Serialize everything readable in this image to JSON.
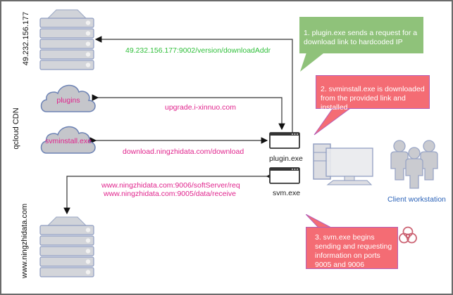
{
  "groups": {
    "top_server_label": "49.232.156.177",
    "cdn_label": "qcloud CDN",
    "bottom_server_label": "www.ningzhidata.com"
  },
  "clouds": {
    "plugins": "plugins",
    "svminstall": "svminstall.exe"
  },
  "edges": {
    "version_download": "49.232.156.177:9002/version/downloadAddr",
    "upgrade": "upgrade.i-xinnuo.com",
    "download": "download.ningzhidata.com/download",
    "soft_server": "www.ningzhidata.com:9006/softServer/req",
    "data_receive": "www.ningzhidata.com:9005/data/receive"
  },
  "processes": {
    "plugin": "plugin.exe",
    "svm": "svm.exe"
  },
  "client": {
    "label": "Client workstation"
  },
  "callouts": {
    "step1": "1. plugin.exe sends a request for a download link to hardcoded IP",
    "step2": "2. svminstall.exe is downloaded from the provided link and installed",
    "step3": "3. svm.exe begins sending and requesting information on ports 9005 and 9006"
  },
  "colors": {
    "green_text": "#2fbf3a",
    "pink_text": "#e0238c",
    "green_callout": "#8fc27a",
    "red_callout": "#f46c74",
    "client_blue": "#2a62b8"
  }
}
